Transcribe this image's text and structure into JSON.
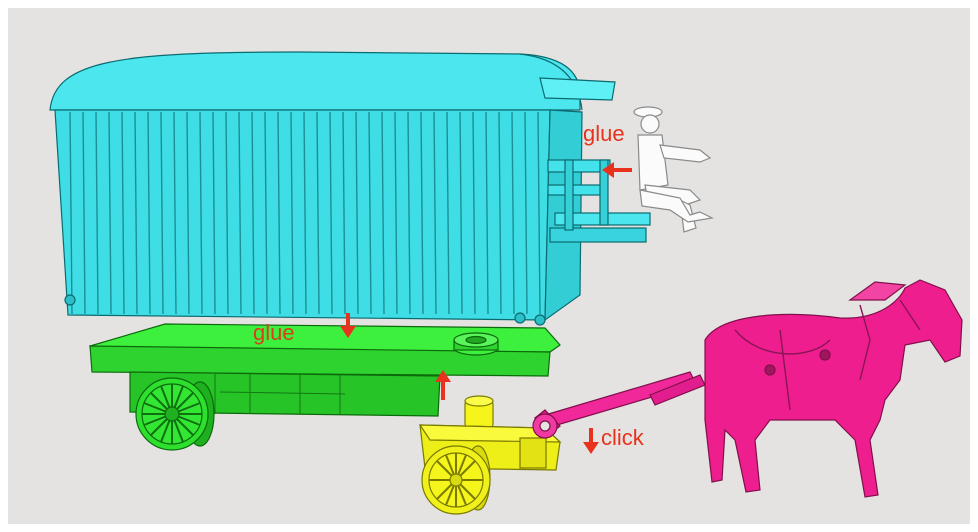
{
  "annotations": {
    "glue_top": "glue",
    "glue_chassis": "glue",
    "click": "click"
  },
  "colors": {
    "background": "#e4e3e1",
    "van_body": "#3fe0e8",
    "chassis": "#33e633",
    "front_axle": "#f2f21a",
    "horse": "#ee1e8e",
    "driver": "#ffffff",
    "arrow": "#e8321e"
  },
  "icons": [
    "arrow-down-icon",
    "arrow-up-icon",
    "arrow-left-icon"
  ]
}
